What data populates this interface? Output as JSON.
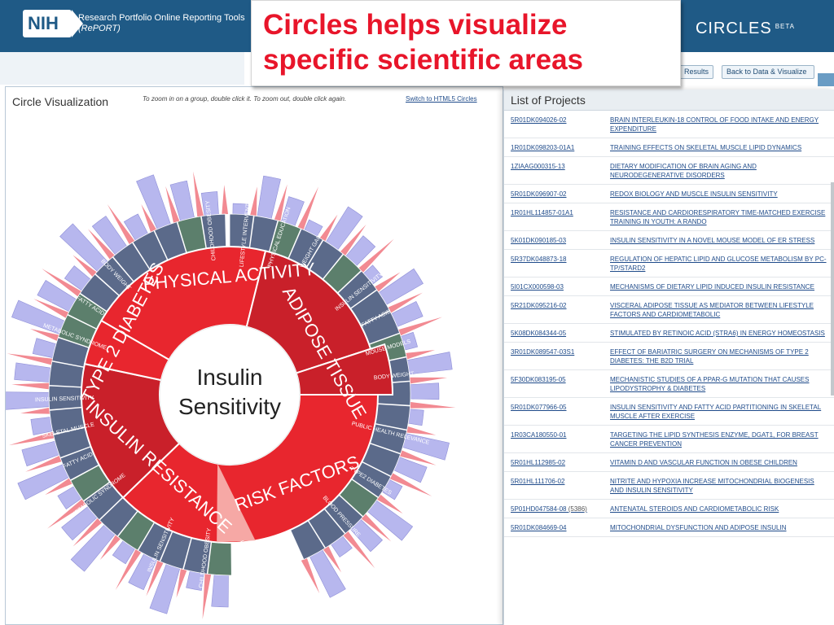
{
  "header": {
    "logo_text": "NIH",
    "report_line1": "Research Portfolio Online Reporting Tools",
    "report_line2": "(RePORT)",
    "brand": "CIRCLES",
    "beta": "BETA"
  },
  "callout": {
    "line1": "Circles helps visualize",
    "line2": "specific scientific areas"
  },
  "toolbar": {
    "results_label": "Results",
    "back_label": "Back to Data & Visualize"
  },
  "viz": {
    "title": "Circle Visualization",
    "hint": "To zoom in on a group, double click it. To zoom out, double click again.",
    "switch_link": "Switch to HTML5 Circles",
    "center_line1": "Insulin",
    "center_line2": "Sensitivity",
    "segments": [
      "PHYSICAL ACTIVITY",
      "ADIPOSE TISSUE",
      "RISK FACTORS",
      "INSULIN RESISTANCE",
      "TYPE 2 DIABETES"
    ],
    "ring2_labels": [
      "CHILDHOOD OBESITY",
      "LIFESTYLE INTERVENTION",
      "PHYSICAL EDUCATION",
      "WEIGHT GAIN",
      "INSULIN SENSITIVITY",
      "FATTY ACID",
      "MOUSE MODELS",
      "BODY WEIGHT",
      "PUBLIC HEALTH RELEVANCE",
      "TYPE2 DIABETES",
      "BLOOD PRESSURE",
      "WEIGHT GAIN",
      "CHILDHOOD OBESITY",
      "INSULIN SENSITIVITY",
      "METABOLIC SYNDROME",
      "FATTY ACID",
      "SKELETAL MUSCLE",
      "INSULIN SENSITIVITY",
      "METABOLIC SYNDROME",
      "FATTY ACID",
      "BODY WEIGHT"
    ],
    "colors": {
      "core_red": "#e8262e",
      "dark_red": "#c9202a",
      "slate": "#5b6a8a",
      "green": "#5c7f6c",
      "lavender": "#b7b7ee",
      "pink": "#f28a92",
      "center": "#ffffff"
    }
  },
  "projects": {
    "header": "List of Projects",
    "rows": [
      {
        "id": "5R01DK094026-02",
        "title": "BRAIN INTERLEUKIN-18 CONTROL OF FOOD INTAKE AND ENERGY EXPENDITURE"
      },
      {
        "id": "1R01DK098203-01A1",
        "title": "TRAINING EFFECTS ON SKELETAL MUSCLE LIPID DYNAMICS"
      },
      {
        "id": "1ZIAAG000315-13",
        "title": "DIETARY MODIFICATION OF BRAIN AGING AND NEURODEGENERATIVE DISORDERS"
      },
      {
        "id": "5R01DK096907-02",
        "title": "REDOX BIOLOGY AND MUSCLE INSULIN SENSITIVITY"
      },
      {
        "id": "1R01HL114857-01A1",
        "title": "RESISTANCE AND CARDIORESPIRATORY TIME-MATCHED EXERCISE TRAINING IN YOUTH: A RANDO"
      },
      {
        "id": "5K01DK090185-03",
        "title": "INSULIN SENSITIVITY IN A NOVEL MOUSE MODEL OF ER STRESS"
      },
      {
        "id": "5R37DK048873-18",
        "title": "REGULATION OF HEPATIC LIPID AND GLUCOSE METABOLISM BY PC-TP/STARD2"
      },
      {
        "id": "5I01CX000598-03",
        "title": "MECHANISMS OF DIETARY LIPID INDUCED INSULIN RESISTANCE"
      },
      {
        "id": "5R21DK095216-02",
        "title": "VISCERAL ADIPOSE TISSUE AS MEDIATOR BETWEEN LIFESTYLE FACTORS AND CARDIOMETABOLIC"
      },
      {
        "id": "5K08DK084344-05",
        "title": "STIMULATED BY RETINOIC ACID (STRA6) IN ENERGY HOMEOSTASIS"
      },
      {
        "id": "3R01DK089547-03S1",
        "title": "EFFECT OF BARIATRIC SURGERY ON MECHANISMS OF TYPE 2 DIABETES: THE B2D TRIAL"
      },
      {
        "id": "5F30DK083195-05",
        "title": "MECHANISTIC STUDIES OF A PPAR-G MUTATION THAT CAUSES LIPODYSTROPHY & DIABETES"
      },
      {
        "id": "5R01DK077966-05",
        "title": "INSULIN SENSITIVITY AND FATTY ACID PARTITIONING IN SKELETAL MUSCLE AFTER EXERCISE"
      },
      {
        "id": "1R03CA180550-01",
        "title": "TARGETING THE LIPID SYNTHESIS ENZYME, DGAT1, FOR BREAST CANCER PREVENTION"
      },
      {
        "id": "5R01HL112985-02",
        "title": "VITAMIN D AND VASCULAR FUNCTION IN OBESE CHILDREN"
      },
      {
        "id": "5R01HL111706-02",
        "title": "NITRITE AND HYPOXIA INCREASE MITOCHONDRIAL BIOGENESIS AND INSULIN SENSITIVITY"
      },
      {
        "id": "5P01HD047584-08",
        "count": "(5386)",
        "title": "ANTENATAL STEROIDS AND CARDIOMETABOLIC RISK"
      },
      {
        "id": "5R01DK084669-04",
        "title": "MITOCHONDRIAL DYSFUNCTION AND ADIPOSE INSULIN"
      }
    ]
  }
}
